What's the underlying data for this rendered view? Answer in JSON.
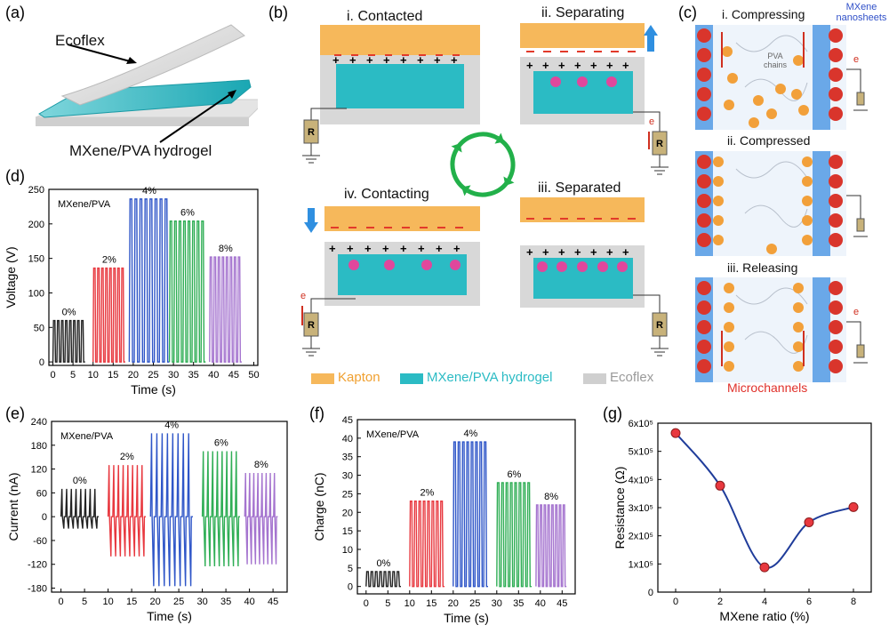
{
  "panel_labels": {
    "a": "(a)",
    "b": "(b)",
    "c": "(c)",
    "d": "(d)",
    "e": "(e)",
    "f": "(f)",
    "g": "(g)"
  },
  "panel_a": {
    "top_label": "Ecoflex",
    "bottom_label": "MXene/PVA hydrogel"
  },
  "panel_b": {
    "stages": [
      "i. Contacted",
      "ii. Separating",
      "iii. Separated",
      "iv. Contacting"
    ],
    "resistor": "R",
    "electron": "e",
    "legend": [
      {
        "label": "Kapton",
        "color": "#f6b85b"
      },
      {
        "label": "MXene/PVA hydrogel",
        "color": "#2bbbc4"
      },
      {
        "label": "Ecoflex",
        "color": "#b8b8b8"
      }
    ]
  },
  "panel_c": {
    "stages": [
      "i. Compressing",
      "ii. Compressed",
      "iii. Releasing"
    ],
    "mxene_label": "MXene nanosheets",
    "pva_label": "PVA chains",
    "microchannels": "Microchannels",
    "electron": "e"
  },
  "colors": {
    "g0": "#222222",
    "g2": "#e8383f",
    "g4": "#2f56c8",
    "g6": "#2fae55",
    "g8": "#a574cf",
    "kapton": "#f6b85b",
    "hydrogel": "#2bbbc4",
    "ecoflex": "#d8d8d8",
    "red_dot": "#d9352c",
    "orange_dot": "#f2a03a",
    "pink": "#e0479c"
  },
  "chart_data": [
    {
      "id": "d",
      "type": "line",
      "legend_text": "MXene/PVA",
      "xlabel": "Time (s)",
      "ylabel": "Voltage (V)",
      "xlim": [
        -1,
        51
      ],
      "ylim": [
        -5,
        250
      ],
      "xticks": [
        0,
        5,
        10,
        15,
        20,
        25,
        30,
        35,
        40,
        45,
        50
      ],
      "yticks": [
        0,
        50,
        100,
        150,
        200,
        250
      ],
      "series": [
        {
          "name": "0%",
          "color": "#222222",
          "x_start": 0,
          "x_end": 8,
          "amplitude": 60
        },
        {
          "name": "2%",
          "color": "#e8383f",
          "x_start": 10,
          "x_end": 18,
          "amplitude": 136
        },
        {
          "name": "4%",
          "color": "#2f56c8",
          "x_start": 19,
          "x_end": 29,
          "amplitude": 236
        },
        {
          "name": "6%",
          "color": "#2fae55",
          "x_start": 29,
          "x_end": 38,
          "amplitude": 204
        },
        {
          "name": "8%",
          "color": "#a574cf",
          "x_start": 39,
          "x_end": 47,
          "amplitude": 152
        }
      ]
    },
    {
      "id": "e",
      "type": "line",
      "legend_text": "MXene/PVA",
      "xlabel": "Time (s)",
      "ylabel": "Current (nA)",
      "xlim": [
        -2,
        48
      ],
      "ylim": [
        -190,
        240
      ],
      "xticks": [
        0,
        5,
        10,
        15,
        20,
        25,
        30,
        35,
        40,
        45
      ],
      "yticks": [
        240,
        180,
        120,
        60,
        0,
        -60,
        -120,
        -180
      ],
      "series": [
        {
          "name": "0%",
          "color": "#222222",
          "x_start": 0,
          "x_end": 8,
          "pos": 70,
          "neg": -30
        },
        {
          "name": "2%",
          "color": "#e8383f",
          "x_start": 10,
          "x_end": 18,
          "pos": 130,
          "neg": -100
        },
        {
          "name": "4%",
          "color": "#2f56c8",
          "x_start": 19,
          "x_end": 28,
          "pos": 210,
          "neg": -175
        },
        {
          "name": "6%",
          "color": "#2fae55",
          "x_start": 30,
          "x_end": 38,
          "pos": 165,
          "neg": -125
        },
        {
          "name": "8%",
          "color": "#a574cf",
          "x_start": 39,
          "x_end": 46,
          "pos": 110,
          "neg": -120
        }
      ]
    },
    {
      "id": "f",
      "type": "line",
      "legend_text": "MXene/PVA",
      "xlabel": "Time (s)",
      "ylabel": "Charge (nC)",
      "xlim": [
        -2,
        48
      ],
      "ylim": [
        -2,
        45
      ],
      "xticks": [
        0,
        5,
        10,
        15,
        20,
        25,
        30,
        35,
        40,
        45
      ],
      "yticks": [
        0,
        5,
        10,
        15,
        20,
        25,
        30,
        35,
        40,
        45
      ],
      "series": [
        {
          "name": "0%",
          "color": "#222222",
          "x_start": 0,
          "x_end": 8,
          "amplitude": 4
        },
        {
          "name": "2%",
          "color": "#e8383f",
          "x_start": 10,
          "x_end": 18,
          "amplitude": 23
        },
        {
          "name": "4%",
          "color": "#2f56c8",
          "x_start": 20,
          "x_end": 28,
          "amplitude": 39
        },
        {
          "name": "6%",
          "color": "#2fae55",
          "x_start": 30,
          "x_end": 38,
          "amplitude": 28
        },
        {
          "name": "8%",
          "color": "#a574cf",
          "x_start": 39,
          "x_end": 46,
          "amplitude": 22
        }
      ]
    },
    {
      "id": "g",
      "type": "line",
      "xlabel": "MXene ratio (%)",
      "ylabel": "Resistance (Ω)",
      "xlim": [
        -0.8,
        8.8
      ],
      "ylim": [
        0,
        600000
      ],
      "xticks": [
        0,
        2,
        4,
        6,
        8
      ],
      "yticks": [
        0,
        100000,
        200000,
        300000,
        400000,
        500000,
        600000
      ],
      "ytick_labels": [
        "0",
        "1x10⁵",
        "2x10⁵",
        "3x10⁵",
        "4x10⁵",
        "5x10⁵",
        "6x10⁵"
      ],
      "x": [
        0,
        2,
        4,
        6,
        8
      ],
      "values": [
        565000,
        378000,
        88000,
        248000,
        302000
      ]
    }
  ]
}
